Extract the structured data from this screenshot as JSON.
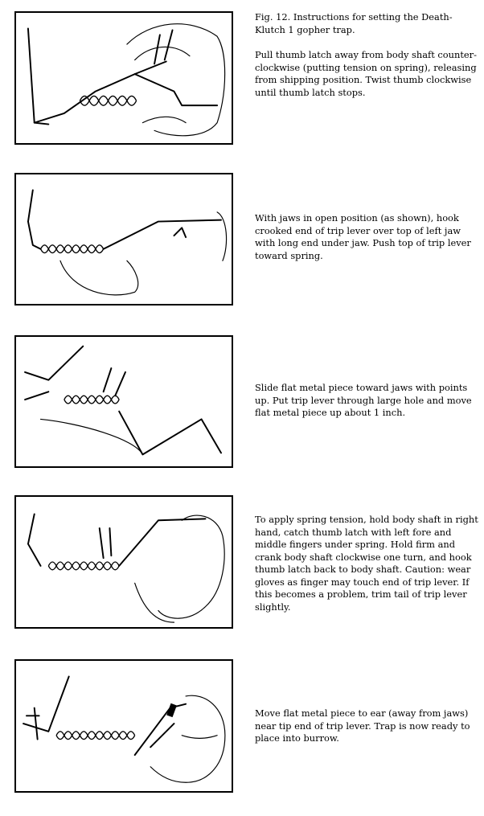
{
  "steps": [
    {
      "title": "Fig. 12. Instructions for setting the Death-Klutch 1 gopher trap.",
      "text": "Pull thumb latch away from body shaft counter-clockwise (putting tension on spring), releasing from shipping position. Twist thumb clockwise until thumb latch stops."
    },
    {
      "text": "With jaws in open position (as shown), hook crooked end of trip lever over top of left jaw with long end under jaw. Push top of trip lever toward spring."
    },
    {
      "text": "Slide flat metal piece toward jaws with points up. Put trip lever through large hole and move flat metal piece up about 1 inch."
    },
    {
      "text": "To apply spring tension, hold body shaft in right hand, catch thumb latch with left fore and middle fingers under spring. Hold firm and crank body shaft clockwise one turn, and hook thumb latch back to body shaft. Caution: wear gloves as finger may touch end of trip lever. If this becomes a problem, trim tail of trip lever slightly."
    },
    {
      "text": "Move flat metal piece to ear (away from jaws) near tip end of trip lever. Trap is now ready to place into burrow."
    }
  ]
}
